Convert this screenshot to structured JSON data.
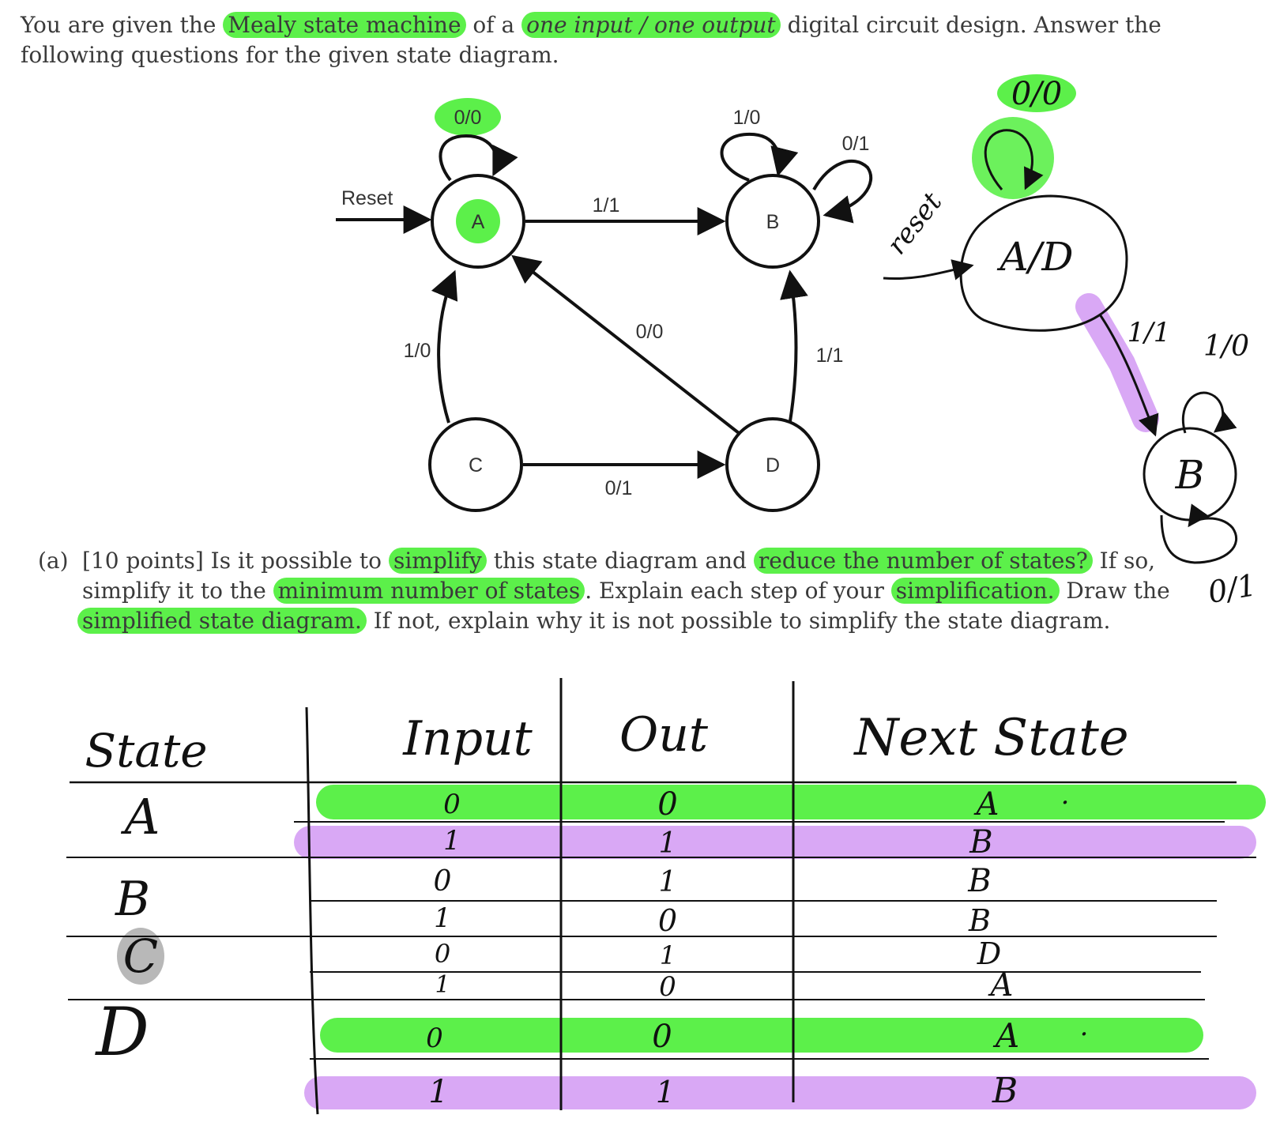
{
  "intro": {
    "t1": "You are given the ",
    "h1": "Mealy state machine",
    "t2": " of a ",
    "h2": "one input / one output",
    "t3": " digital circuit design.  Answer the",
    "line2": "following questions for the given state diagram."
  },
  "diagram": {
    "states": [
      "A",
      "B",
      "C",
      "D"
    ],
    "reset": "Reset",
    "edges": {
      "a_self": "0/0",
      "a_b": "1/1",
      "b_self_1": "1/0",
      "b_self_0": "0/1",
      "c_a": "1/0",
      "d_a": "0/0",
      "d_b": "1/1",
      "c_d": "0/1"
    }
  },
  "handwritten_diagram": {
    "reset": "reset",
    "ad_state": "A/D",
    "b_state": "B",
    "ad_self": "0/0",
    "ad_b": "1/1",
    "b_self_1": "1/0",
    "b_self_0": "0/1"
  },
  "question": {
    "prefix": "(a)",
    "l1_a": "[10 points]  Is it possible to ",
    "l1_h1": "simplify",
    "l1_b": " this state diagram and ",
    "l1_h2": "reduce the number of states?",
    "l1_c": "  If so,",
    "l2_a": "simplify it to the ",
    "l2_h1": "minimum number of states",
    "l2_b": ".  Explain each step of your ",
    "l2_h2": "simplification.",
    "l2_c": "  Draw the",
    "l3_h1": "simplified state diagram.",
    "l3_a": "  If not, explain why it is not possible to simplify the state diagram."
  },
  "table": {
    "headers": [
      "State",
      "Input",
      "Out",
      "Next State"
    ],
    "state_labels": [
      "A",
      "B",
      "C",
      "D"
    ],
    "rows": [
      {
        "input": "0",
        "out": "0",
        "next": "A",
        "mark": "·"
      },
      {
        "input": "1",
        "out": "1",
        "next": "B",
        "mark": ""
      },
      {
        "input": "0",
        "out": "1",
        "next": "B",
        "mark": ""
      },
      {
        "input": "1",
        "out": "0",
        "next": "B",
        "mark": ""
      },
      {
        "input": "0",
        "out": "1",
        "next": "D",
        "mark": ""
      },
      {
        "input": "1",
        "out": "0",
        "next": "A",
        "mark": ""
      },
      {
        "input": "0",
        "out": "0",
        "next": "A",
        "mark": "·"
      },
      {
        "input": "1",
        "out": "1",
        "next": "B",
        "mark": ""
      }
    ]
  },
  "colors": {
    "green_highlight": "#5cf04a",
    "purple_highlight": "#d9a8f5",
    "gray_highlight": "#b8b8b8"
  }
}
